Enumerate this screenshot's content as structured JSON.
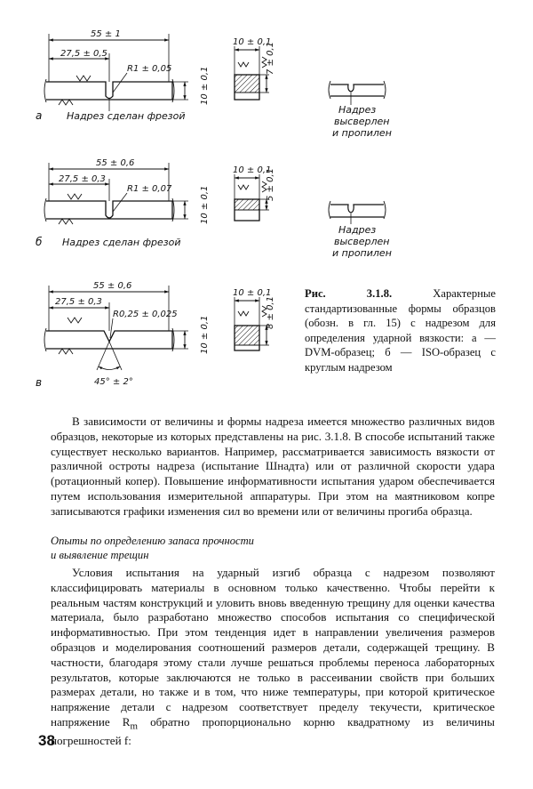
{
  "figure": {
    "a": {
      "letter": "а",
      "total_dim": "55 ± 1",
      "half_dim": "27,5 ± 0,5",
      "radius": "R1 ± 0,05",
      "height": "10 ± 0,1",
      "note": "Надрез сделан фрезой",
      "section_width": "10 ± 0,1",
      "section_depth": "7 ± 0,1"
    },
    "b": {
      "letter": "б",
      "total_dim": "55 ± 0,6",
      "half_dim": "27,5 ± 0,3",
      "radius": "R1 ± 0,07",
      "height": "10 ± 0,1",
      "note": "Надрез сделан фрезой",
      "section_width": "10 ± 0,1",
      "section_depth": "5 ± 0,1"
    },
    "c": {
      "letter": "в",
      "total_dim": "55 ± 0,6",
      "half_dim": "27,5 ± 0,3",
      "radius": "R0,25 ± 0,025",
      "height": "10 ± 0,1",
      "angle": "45° ± 2°",
      "section_width": "10 ± 0,1",
      "section_depth": "8 ± 0,1"
    },
    "drilled_note_1": "Надрез",
    "drilled_note_2": "высверлен",
    "drilled_note_3": "и пропилен"
  },
  "caption": {
    "label": "Рис. 3.1.8.",
    "text": "Характерные стандартизованные формы образцов (обозн. в гл. 15) с надрезом для определения ударной вязкости: а — DVM-образец; б — ISO-образец с круглым надрезом"
  },
  "paragraph1": "В зависимости от величины и формы надреза имеется множество различных видов образцов, некоторые из которых представлены на рис. 3.1.8. В способе испытаний также существует несколько вариантов. Например, рассматривается зависимость вязкости от различной остроты надреза (испытание Шнадта) или от различной скорости удара (ротационный копер). Повышение информативности испытания ударом обеспечивается путем использования измерительной аппаратуры. При этом на маятниковом копре записываются графики изменения сил во времени или от величины прогиба образца.",
  "section_title_1": "Опыты по определению запаса прочности",
  "section_title_2": "и выявление трещин",
  "paragraph2": "Условия испытания на ударный изгиб образца с надрезом позволяют классифицировать материалы в основном только качественно. Чтобы перейти к реальным частям конструкций и уловить вновь введенную трещину для оценки качества материала, было разработано множество способов испытания со специфической информативностью. При этом тенденция идет в направлении увеличения размеров образцов и моделирования соотношений размеров детали, содержащей трещину. В частности, благодаря этому стали лучше решаться проблемы переноса лабораторных результатов, которые заключаются не только в рассеивании свойств при больших размерах детали, но также и в том, что ниже температуры, при которой критическое напряжение детали с надрезом соответствует пределу текучести, критическое напряжение R",
  "paragraph2_sub": "m",
  "paragraph2_end": " обратно пропорционально корню квадратному из величины погрешностей f:",
  "page_number": "38"
}
